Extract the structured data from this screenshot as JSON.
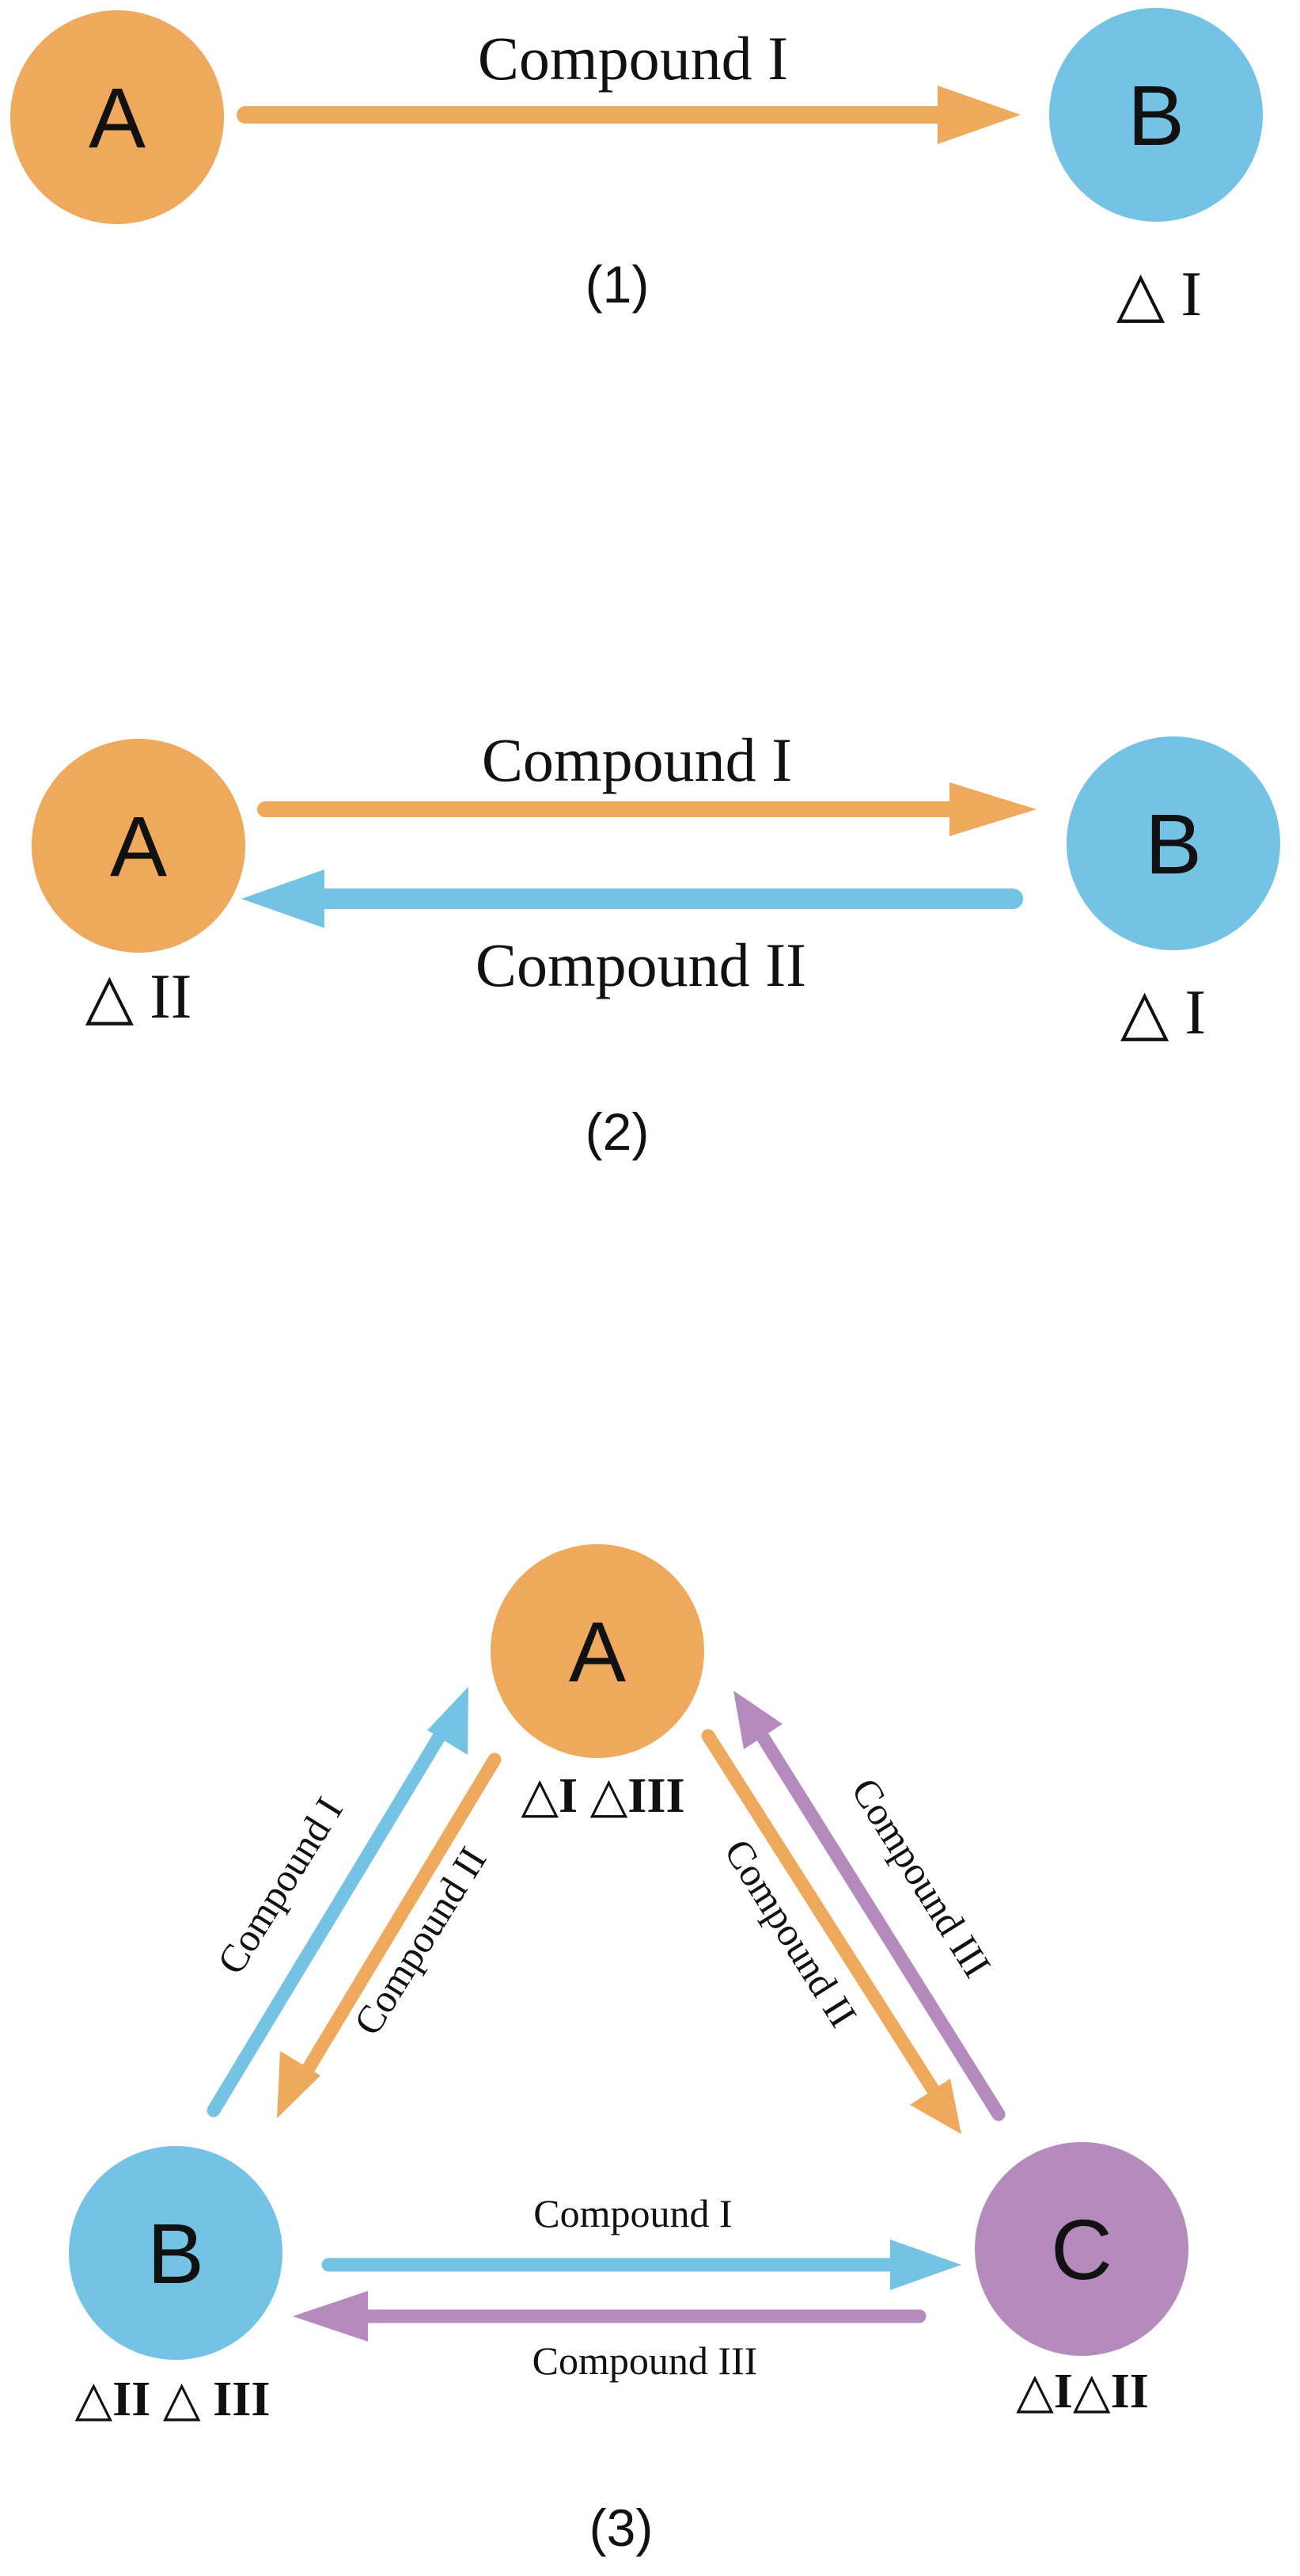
{
  "colors": {
    "orange": "#eea95c",
    "blue": "#75c3e4",
    "purple": "#b58bbd",
    "text": "#111111"
  },
  "panels": [
    {
      "label": "(1)",
      "nodes": [
        {
          "letter": "A",
          "color": "orange",
          "delta": ""
        },
        {
          "letter": "B",
          "color": "blue",
          "delta": "△ I"
        }
      ],
      "arrows": [
        {
          "from": "A",
          "to": "B",
          "label": "Compound I",
          "color": "orange"
        }
      ]
    },
    {
      "label": "(2)",
      "nodes": [
        {
          "letter": "A",
          "color": "orange",
          "delta": "△ II"
        },
        {
          "letter": "B",
          "color": "blue",
          "delta": "△ I"
        }
      ],
      "arrows": [
        {
          "from": "A",
          "to": "B",
          "label": "Compound I",
          "color": "orange"
        },
        {
          "from": "B",
          "to": "A",
          "label": "Compound II",
          "color": "blue"
        }
      ]
    },
    {
      "label": "(3)",
      "nodes": [
        {
          "letter": "A",
          "color": "orange",
          "delta": "△I △III"
        },
        {
          "letter": "B",
          "color": "blue",
          "delta": "△II △ III"
        },
        {
          "letter": "C",
          "color": "purple",
          "delta": "△I△II"
        }
      ],
      "arrows": [
        {
          "from": "B",
          "to": "A",
          "label": "Compound I",
          "color": "blue"
        },
        {
          "from": "A",
          "to": "B",
          "label": "Compound II",
          "color": "orange"
        },
        {
          "from": "A",
          "to": "C",
          "label": "Compound II",
          "color": "orange"
        },
        {
          "from": "C",
          "to": "A",
          "label": "Compound III",
          "color": "purple"
        },
        {
          "from": "B",
          "to": "C",
          "label": "Compound I",
          "color": "blue"
        },
        {
          "from": "C",
          "to": "B",
          "label": "Compound III",
          "color": "purple"
        }
      ]
    }
  ]
}
